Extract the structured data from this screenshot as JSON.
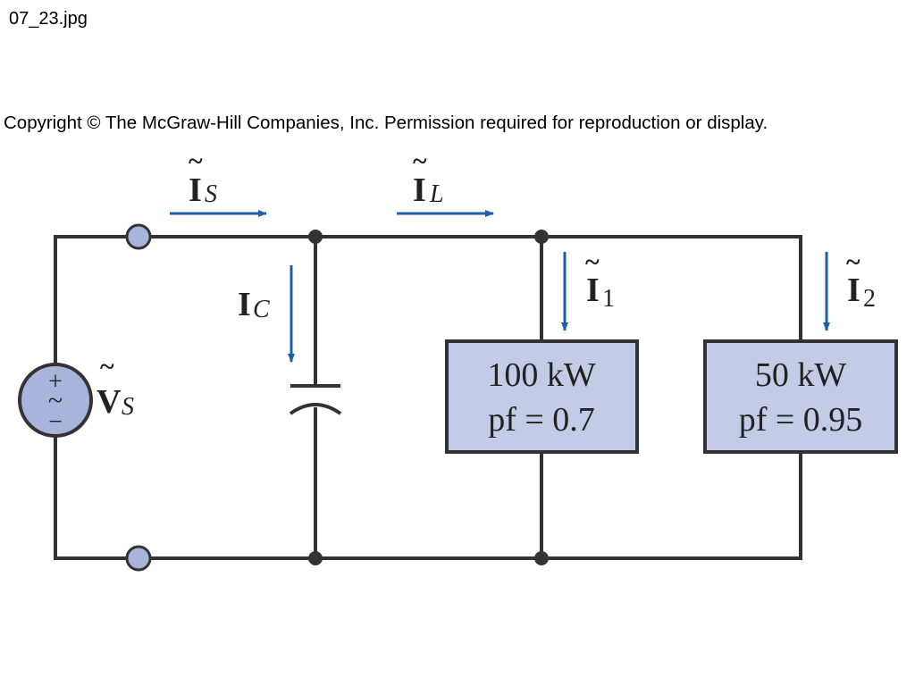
{
  "header": {
    "file_label": "07_23.jpg",
    "copyright": "Copyright © The McGraw-Hill Companies, Inc. Permission required for reproduction or display."
  },
  "circuit": {
    "source": {
      "plus": "+",
      "tilde": "~",
      "minus": "−",
      "voltage_symbol": "V",
      "voltage_subscript": "S"
    },
    "currents": {
      "source": {
        "symbol": "I",
        "subscript": "S"
      },
      "line": {
        "symbol": "I",
        "subscript": "L"
      },
      "capacitor": {
        "symbol": "I",
        "subscript": "C"
      },
      "load1": {
        "symbol": "I",
        "subscript": "1"
      },
      "load2": {
        "symbol": "I",
        "subscript": "2"
      }
    },
    "loads": [
      {
        "power": "100 kW",
        "pf": "pf = 0.7"
      },
      {
        "power": "50 kW",
        "pf": "pf = 0.95"
      }
    ],
    "colors": {
      "wire": "#333333",
      "arrow": "#1e5fa6",
      "terminal_fill": "#a9b4dc",
      "load_fill": "#c3cbe6"
    }
  }
}
